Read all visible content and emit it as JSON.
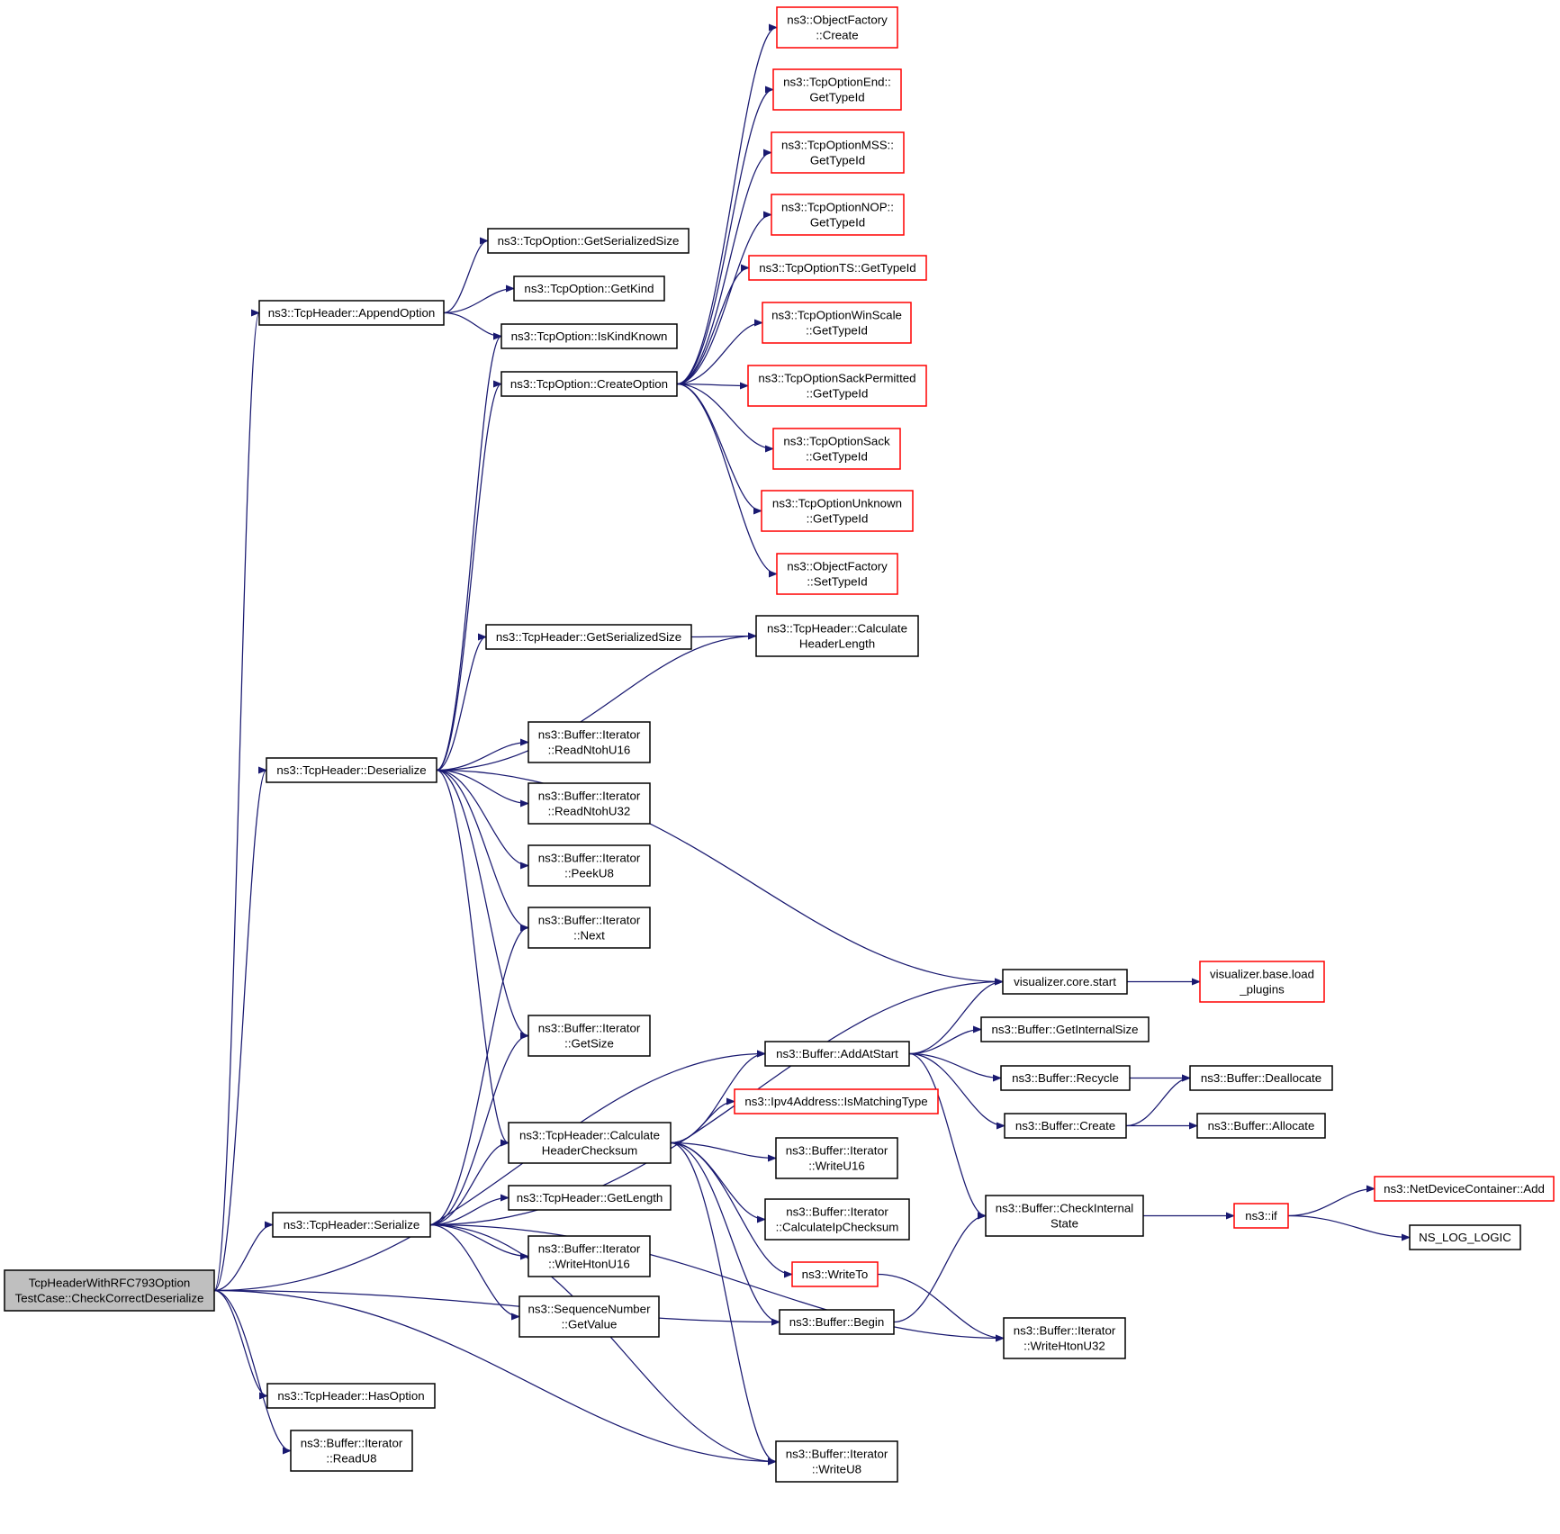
{
  "colors": {
    "edge": "#191970",
    "border_normal": "#000000",
    "border_truncated": "#ff0000",
    "root_fill": "#bfbfbf",
    "node_fill": "#ffffff"
  },
  "nodes": [
    {
      "id": "root",
      "lines": [
        "TcpHeaderWithRFC793Option",
        "TestCase::CheckCorrectDeserialize"
      ],
      "style": "root"
    },
    {
      "id": "appendOption",
      "lines": [
        "ns3::TcpHeader::AppendOption"
      ],
      "style": "normal"
    },
    {
      "id": "deserialize",
      "lines": [
        "ns3::TcpHeader::Deserialize"
      ],
      "style": "normal"
    },
    {
      "id": "serialize",
      "lines": [
        "ns3::TcpHeader::Serialize"
      ],
      "style": "normal"
    },
    {
      "id": "hasOption",
      "lines": [
        "ns3::TcpHeader::HasOption"
      ],
      "style": "normal"
    },
    {
      "id": "readU8",
      "lines": [
        "ns3::Buffer::Iterator",
        "::ReadU8"
      ],
      "style": "normal"
    },
    {
      "id": "optGetSerSize",
      "lines": [
        "ns3::TcpOption::GetSerializedSize"
      ],
      "style": "normal"
    },
    {
      "id": "optGetKind",
      "lines": [
        "ns3::TcpOption::GetKind"
      ],
      "style": "normal"
    },
    {
      "id": "optIsKindKnown",
      "lines": [
        "ns3::TcpOption::IsKindKnown"
      ],
      "style": "normal"
    },
    {
      "id": "optCreate",
      "lines": [
        "ns3::TcpOption::CreateOption"
      ],
      "style": "normal"
    },
    {
      "id": "hdrGetSerSize",
      "lines": [
        "ns3::TcpHeader::GetSerializedSize"
      ],
      "style": "normal"
    },
    {
      "id": "readNtohU16",
      "lines": [
        "ns3::Buffer::Iterator",
        "::ReadNtohU16"
      ],
      "style": "normal"
    },
    {
      "id": "readNtohU32",
      "lines": [
        "ns3::Buffer::Iterator",
        "::ReadNtohU32"
      ],
      "style": "normal"
    },
    {
      "id": "peekU8",
      "lines": [
        "ns3::Buffer::Iterator",
        "::PeekU8"
      ],
      "style": "normal"
    },
    {
      "id": "next",
      "lines": [
        "ns3::Buffer::Iterator",
        "::Next"
      ],
      "style": "normal"
    },
    {
      "id": "getSize",
      "lines": [
        "ns3::Buffer::Iterator",
        "::GetSize"
      ],
      "style": "normal"
    },
    {
      "id": "calcChecksum",
      "lines": [
        "ns3::TcpHeader::Calculate",
        "HeaderChecksum"
      ],
      "style": "normal"
    },
    {
      "id": "getLength",
      "lines": [
        "ns3::TcpHeader::GetLength"
      ],
      "style": "normal"
    },
    {
      "id": "writeHtonU16",
      "lines": [
        "ns3::Buffer::Iterator",
        "::WriteHtonU16"
      ],
      "style": "normal"
    },
    {
      "id": "seqGetValue",
      "lines": [
        "ns3::SequenceNumber",
        "::GetValue"
      ],
      "style": "normal"
    },
    {
      "id": "ofCreate",
      "lines": [
        "ns3::ObjectFactory",
        "::Create"
      ],
      "style": "truncated"
    },
    {
      "id": "endTypeId",
      "lines": [
        "ns3::TcpOptionEnd::",
        "GetTypeId"
      ],
      "style": "truncated"
    },
    {
      "id": "mssTypeId",
      "lines": [
        "ns3::TcpOptionMSS::",
        "GetTypeId"
      ],
      "style": "truncated"
    },
    {
      "id": "nopTypeId",
      "lines": [
        "ns3::TcpOptionNOP::",
        "GetTypeId"
      ],
      "style": "truncated"
    },
    {
      "id": "tsTypeId",
      "lines": [
        "ns3::TcpOptionTS::GetTypeId"
      ],
      "style": "truncated"
    },
    {
      "id": "winScaleTypeId",
      "lines": [
        "ns3::TcpOptionWinScale",
        "::GetTypeId"
      ],
      "style": "truncated"
    },
    {
      "id": "sackPermTypeId",
      "lines": [
        "ns3::TcpOptionSackPermitted",
        "::GetTypeId"
      ],
      "style": "truncated"
    },
    {
      "id": "sackTypeId",
      "lines": [
        "ns3::TcpOptionSack",
        "::GetTypeId"
      ],
      "style": "truncated"
    },
    {
      "id": "unknownTypeId",
      "lines": [
        "ns3::TcpOptionUnknown",
        "::GetTypeId"
      ],
      "style": "truncated"
    },
    {
      "id": "ofSetTypeId",
      "lines": [
        "ns3::ObjectFactory",
        "::SetTypeId"
      ],
      "style": "truncated"
    },
    {
      "id": "calcHdrLen",
      "lines": [
        "ns3::TcpHeader::Calculate",
        "HeaderLength"
      ],
      "style": "normal"
    },
    {
      "id": "addAtStart",
      "lines": [
        "ns3::Buffer::AddAtStart"
      ],
      "style": "normal"
    },
    {
      "id": "ipv4Match",
      "lines": [
        "ns3::Ipv4Address::IsMatchingType"
      ],
      "style": "truncated"
    },
    {
      "id": "writeU16",
      "lines": [
        "ns3::Buffer::Iterator",
        "::WriteU16"
      ],
      "style": "normal"
    },
    {
      "id": "calcIpChecksum",
      "lines": [
        "ns3::Buffer::Iterator",
        "::CalculateIpChecksum"
      ],
      "style": "normal"
    },
    {
      "id": "writeTo",
      "lines": [
        "ns3::WriteTo"
      ],
      "style": "truncated"
    },
    {
      "id": "bufBegin",
      "lines": [
        "ns3::Buffer::Begin"
      ],
      "style": "normal"
    },
    {
      "id": "writeU8",
      "lines": [
        "ns3::Buffer::Iterator",
        "::WriteU8"
      ],
      "style": "normal"
    },
    {
      "id": "vizStart",
      "lines": [
        "visualizer.core.start"
      ],
      "style": "normal"
    },
    {
      "id": "bufGetInternalSize",
      "lines": [
        "ns3::Buffer::GetInternalSize"
      ],
      "style": "normal"
    },
    {
      "id": "bufRecycle",
      "lines": [
        "ns3::Buffer::Recycle"
      ],
      "style": "normal"
    },
    {
      "id": "bufCreate",
      "lines": [
        "ns3::Buffer::Create"
      ],
      "style": "normal"
    },
    {
      "id": "bufCheckState",
      "lines": [
        "ns3::Buffer::CheckInternal",
        "State"
      ],
      "style": "normal"
    },
    {
      "id": "writeHtonU32",
      "lines": [
        "ns3::Buffer::Iterator",
        "::WriteHtonU32"
      ],
      "style": "normal"
    },
    {
      "id": "vizLoadPlugins",
      "lines": [
        "visualizer.base.load",
        "_plugins"
      ],
      "style": "truncated"
    },
    {
      "id": "bufDeallocate",
      "lines": [
        "ns3::Buffer::Deallocate"
      ],
      "style": "normal"
    },
    {
      "id": "bufAllocate",
      "lines": [
        "ns3::Buffer::Allocate"
      ],
      "style": "normal"
    },
    {
      "id": "ns3if",
      "lines": [
        "ns3::if"
      ],
      "style": "truncated"
    },
    {
      "id": "ndcAdd",
      "lines": [
        "ns3::NetDeviceContainer::Add"
      ],
      "style": "truncated"
    },
    {
      "id": "nsLogLogic",
      "lines": [
        "NS_LOG_LOGIC"
      ],
      "style": "normal"
    }
  ],
  "edges": [
    {
      "from": "root",
      "to": "appendOption"
    },
    {
      "from": "root",
      "to": "deserialize"
    },
    {
      "from": "root",
      "to": "addAtStart"
    },
    {
      "from": "root",
      "to": "serialize"
    },
    {
      "from": "root",
      "to": "bufBegin"
    },
    {
      "from": "root",
      "to": "hasOption"
    },
    {
      "from": "root",
      "to": "readU8"
    },
    {
      "from": "root",
      "to": "writeU8"
    },
    {
      "from": "appendOption",
      "to": "optGetSerSize"
    },
    {
      "from": "appendOption",
      "to": "optGetKind"
    },
    {
      "from": "appendOption",
      "to": "optIsKindKnown"
    },
    {
      "from": "deserialize",
      "to": "optIsKindKnown"
    },
    {
      "from": "deserialize",
      "to": "optCreate"
    },
    {
      "from": "deserialize",
      "to": "calcHdrLen"
    },
    {
      "from": "deserialize",
      "to": "hdrGetSerSize"
    },
    {
      "from": "deserialize",
      "to": "vizStart"
    },
    {
      "from": "deserialize",
      "to": "readNtohU16"
    },
    {
      "from": "deserialize",
      "to": "readNtohU32"
    },
    {
      "from": "deserialize",
      "to": "peekU8"
    },
    {
      "from": "deserialize",
      "to": "next"
    },
    {
      "from": "deserialize",
      "to": "getSize"
    },
    {
      "from": "deserialize",
      "to": "calcChecksum"
    },
    {
      "from": "optCreate",
      "to": "ofCreate"
    },
    {
      "from": "optCreate",
      "to": "endTypeId"
    },
    {
      "from": "optCreate",
      "to": "mssTypeId"
    },
    {
      "from": "optCreate",
      "to": "nopTypeId"
    },
    {
      "from": "optCreate",
      "to": "tsTypeId"
    },
    {
      "from": "optCreate",
      "to": "winScaleTypeId"
    },
    {
      "from": "optCreate",
      "to": "sackPermTypeId"
    },
    {
      "from": "optCreate",
      "to": "sackTypeId"
    },
    {
      "from": "optCreate",
      "to": "unknownTypeId"
    },
    {
      "from": "optCreate",
      "to": "ofSetTypeId"
    },
    {
      "from": "hdrGetSerSize",
      "to": "calcHdrLen"
    },
    {
      "from": "serialize",
      "to": "next"
    },
    {
      "from": "serialize",
      "to": "getSize"
    },
    {
      "from": "serialize",
      "to": "vizStart"
    },
    {
      "from": "serialize",
      "to": "calcChecksum"
    },
    {
      "from": "serialize",
      "to": "getLength"
    },
    {
      "from": "serialize",
      "to": "writeHtonU16"
    },
    {
      "from": "serialize",
      "to": "seqGetValue"
    },
    {
      "from": "serialize",
      "to": "writeHtonU32"
    },
    {
      "from": "serialize",
      "to": "writeU8"
    },
    {
      "from": "calcChecksum",
      "to": "addAtStart"
    },
    {
      "from": "calcChecksum",
      "to": "ipv4Match"
    },
    {
      "from": "calcChecksum",
      "to": "writeU16"
    },
    {
      "from": "calcChecksum",
      "to": "calcIpChecksum"
    },
    {
      "from": "calcChecksum",
      "to": "writeTo"
    },
    {
      "from": "calcChecksum",
      "to": "bufBegin"
    },
    {
      "from": "calcChecksum",
      "to": "writeU8"
    },
    {
      "from": "addAtStart",
      "to": "vizStart"
    },
    {
      "from": "addAtStart",
      "to": "bufGetInternalSize"
    },
    {
      "from": "addAtStart",
      "to": "bufRecycle"
    },
    {
      "from": "addAtStart",
      "to": "bufCreate"
    },
    {
      "from": "addAtStart",
      "to": "bufCheckState"
    },
    {
      "from": "bufBegin",
      "to": "bufCheckState"
    },
    {
      "from": "writeTo",
      "to": "writeHtonU32"
    },
    {
      "from": "vizStart",
      "to": "vizLoadPlugins"
    },
    {
      "from": "bufRecycle",
      "to": "bufDeallocate"
    },
    {
      "from": "bufCreate",
      "to": "bufDeallocate"
    },
    {
      "from": "bufCreate",
      "to": "bufAllocate"
    },
    {
      "from": "bufCheckState",
      "to": "ns3if"
    },
    {
      "from": "ns3if",
      "to": "ndcAdd"
    },
    {
      "from": "ns3if",
      "to": "nsLogLogic"
    }
  ]
}
